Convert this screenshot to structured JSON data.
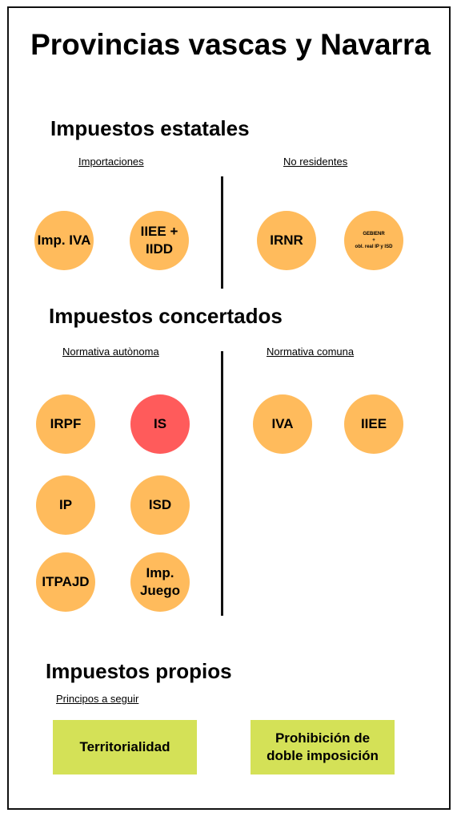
{
  "title": "Provincias vascas y Navarra",
  "colors": {
    "orange": "#FFBB5C",
    "red": "#FF5B5B",
    "green": "#D4E157"
  },
  "estatales": {
    "heading": "Impuestos estatales",
    "left_label": "Importaciones",
    "right_label": "No residentes",
    "left_items": [
      "Imp. IVA",
      "IIEE + IIDD"
    ],
    "right_items": [
      "IRNR"
    ],
    "right_small": {
      "line1": "GEBIENR",
      "line2": "+",
      "line3": "obl. real IP y ISD"
    }
  },
  "concertados": {
    "heading": "Impuestos concertados",
    "left_label": "Normativa autònoma",
    "right_label": "Normativa comuna",
    "left_items": [
      "IRPF",
      "IS",
      "IP",
      "ISD",
      "ITPAJD",
      "Imp. Juego"
    ],
    "right_items": [
      "IVA",
      "IIEE"
    ]
  },
  "propios": {
    "heading": "Impuestos propios",
    "label": "Principos a seguir",
    "boxes": [
      "Territorialidad",
      "Prohibición de doble imposición"
    ]
  }
}
